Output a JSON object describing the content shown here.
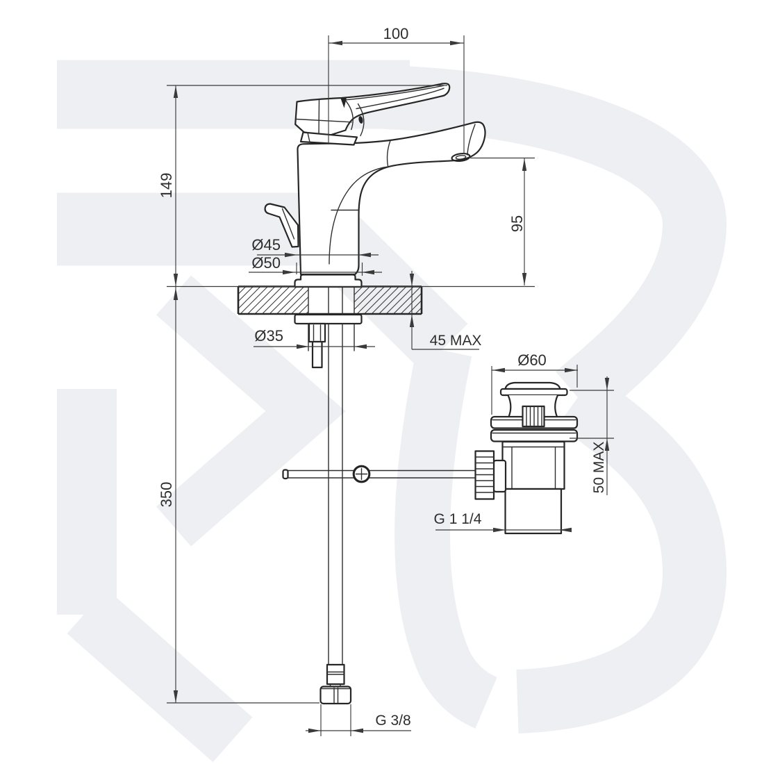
{
  "drawing": {
    "dim_spout_reach": "100",
    "dim_height_deck_to_handle": "149",
    "dim_spout_height": "95",
    "dim_body_diameter": "Ø45",
    "dim_base_diameter": "Ø50",
    "dim_hole_diameter": "Ø35",
    "dim_deck_thickness_max": "45 MAX",
    "dim_drain_flange_diameter": "Ø60",
    "dim_drain_clamp_max": "50 MAX",
    "dim_drain_thread": "G 1 1/4",
    "dim_hose_length": "350",
    "dim_supply_thread": "G 3/8"
  },
  "colors": {
    "line": "#262626",
    "dimension_line": "#3a3a3a",
    "text": "#2d2d2d",
    "watermark": "#edeff2",
    "background": "#ffffff"
  }
}
